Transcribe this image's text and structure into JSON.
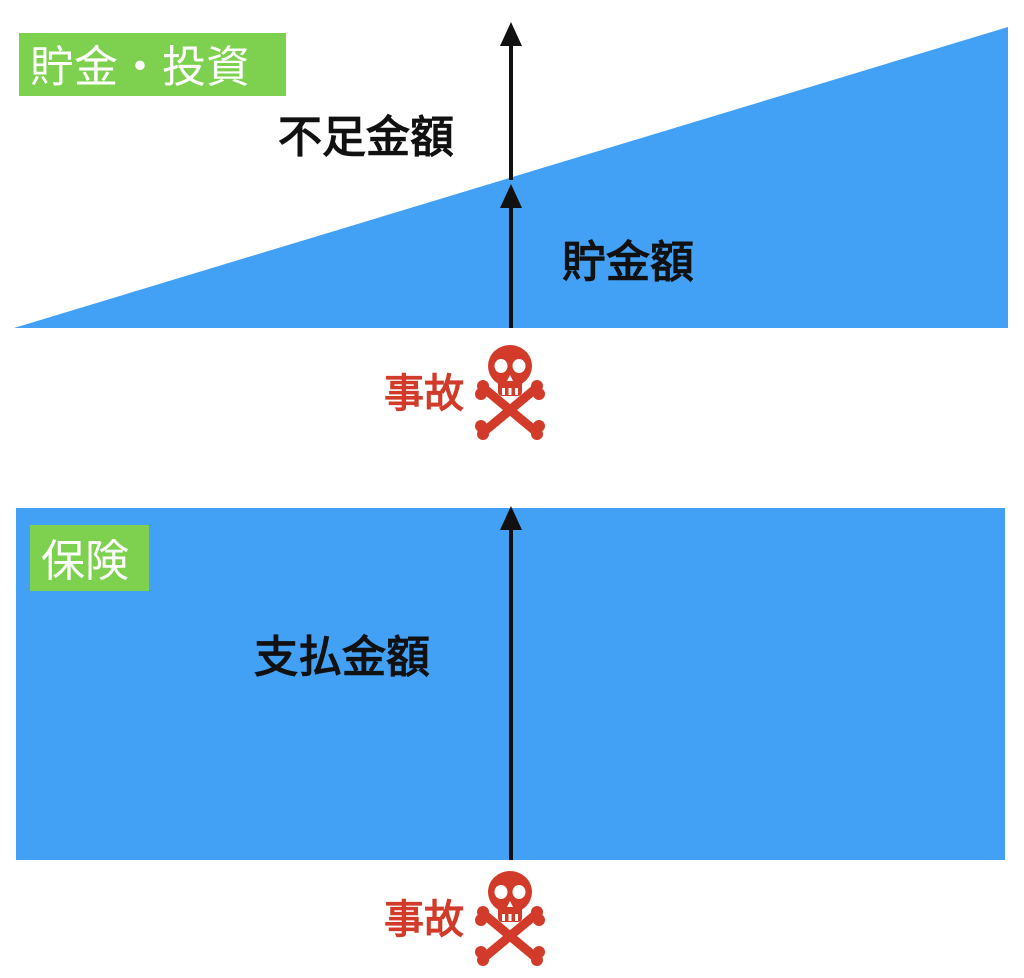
{
  "colors": {
    "blue": "#42a0f5",
    "green": "#7ed04f",
    "red": "#d23a2a",
    "arrow": "#111111"
  },
  "savings": {
    "tag": "貯金・投資",
    "shortfall_label": "不足金額",
    "saved_label": "貯金額",
    "accident_label": "事故",
    "accident_icon": "skull-crossbones-icon"
  },
  "insurance": {
    "tag": "保険",
    "payout_label": "支払金額",
    "accident_label": "事故",
    "accident_icon": "skull-crossbones-icon"
  }
}
